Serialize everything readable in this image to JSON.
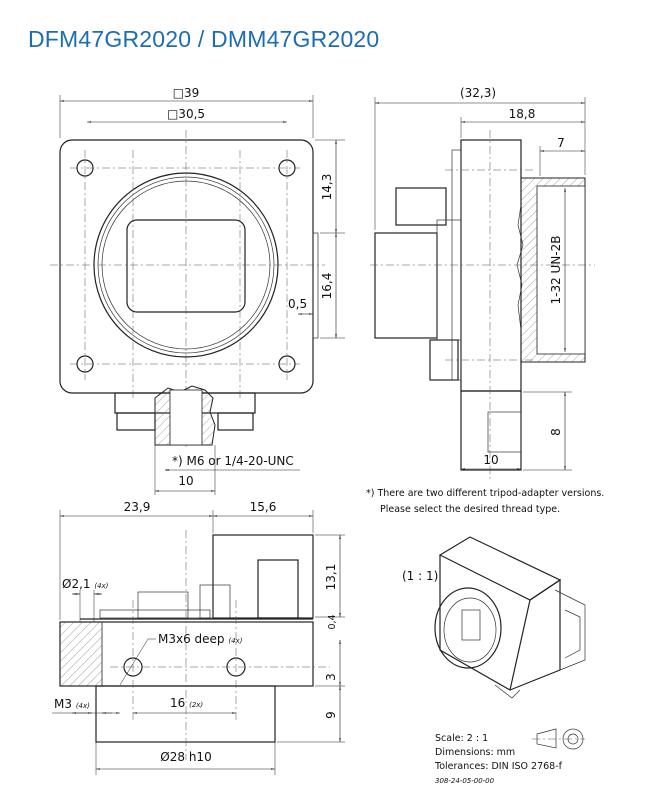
{
  "title": "DFM47GR2020 / DMM47GR2020",
  "front_view": {
    "dim_outer": "□39",
    "dim_inner": "□30,5",
    "dim_upper": "14,3",
    "dim_lower": "16,4",
    "dim_plate": "0,5",
    "tripod_note": "*) M6 or 1/4-20-UNC",
    "dim_tripod": "10"
  },
  "side_view": {
    "dim_total": "(32,3)",
    "dim_body": "18,8",
    "dim_thread_len": "7",
    "thread": "1-32 UN-2B",
    "dim_tripod_h": "8",
    "dim_tripod_w": "10"
  },
  "footnote": {
    "line1": "*) There are two different tripod-adapter versions.",
    "line2": "Please select the desired thread type."
  },
  "bottom_view": {
    "dim_left": "23,9",
    "dim_right": "15,6",
    "dim_h1": "13,1",
    "dim_h2": "0,4",
    "dim_h3": "3",
    "dim_h4": "9",
    "hole_dia": "Ø2,1",
    "hole_dia_count": "(4x)",
    "thread_hole": "M3x6 deep",
    "thread_hole_count": "(4x)",
    "m3": "M3",
    "m3_count": "(4x)",
    "spacing": "16",
    "spacing_count": "(2x)",
    "lens_dia": "Ø28 h10"
  },
  "iso_view": {
    "scale_label": "(1 : 1)"
  },
  "title_block": {
    "scale": "Scale: 2 : 1",
    "dimensions": "Dimensions: mm",
    "tolerances": "Tolerances: DIN ISO 2768-f",
    "drawing_no": "308-24-05-00-00"
  },
  "colors": {
    "title": "#1d6db3"
  }
}
